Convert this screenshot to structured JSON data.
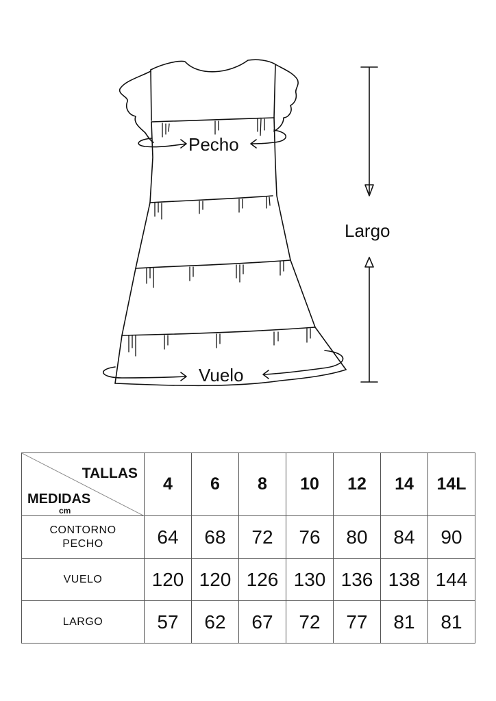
{
  "diagram": {
    "labels": {
      "chest": "Pecho",
      "hem": "Vuelo",
      "length": "Largo"
    }
  },
  "table": {
    "corner": {
      "sizes_label": "TALLAS",
      "measures_label": "MEDIDAS",
      "unit": "cm"
    },
    "sizes": [
      "4",
      "6",
      "8",
      "10",
      "12",
      "14",
      "14L"
    ],
    "rows": [
      {
        "label_lines": [
          "CONTORNO",
          "PECHO"
        ],
        "values": [
          "64",
          "68",
          "72",
          "76",
          "80",
          "84",
          "90"
        ]
      },
      {
        "label_lines": [
          "VUELO"
        ],
        "values": [
          "120",
          "120",
          "126",
          "130",
          "136",
          "138",
          "144"
        ]
      },
      {
        "label_lines": [
          "LARGO"
        ],
        "values": [
          "57",
          "62",
          "67",
          "72",
          "77",
          "81",
          "81"
        ]
      }
    ]
  }
}
